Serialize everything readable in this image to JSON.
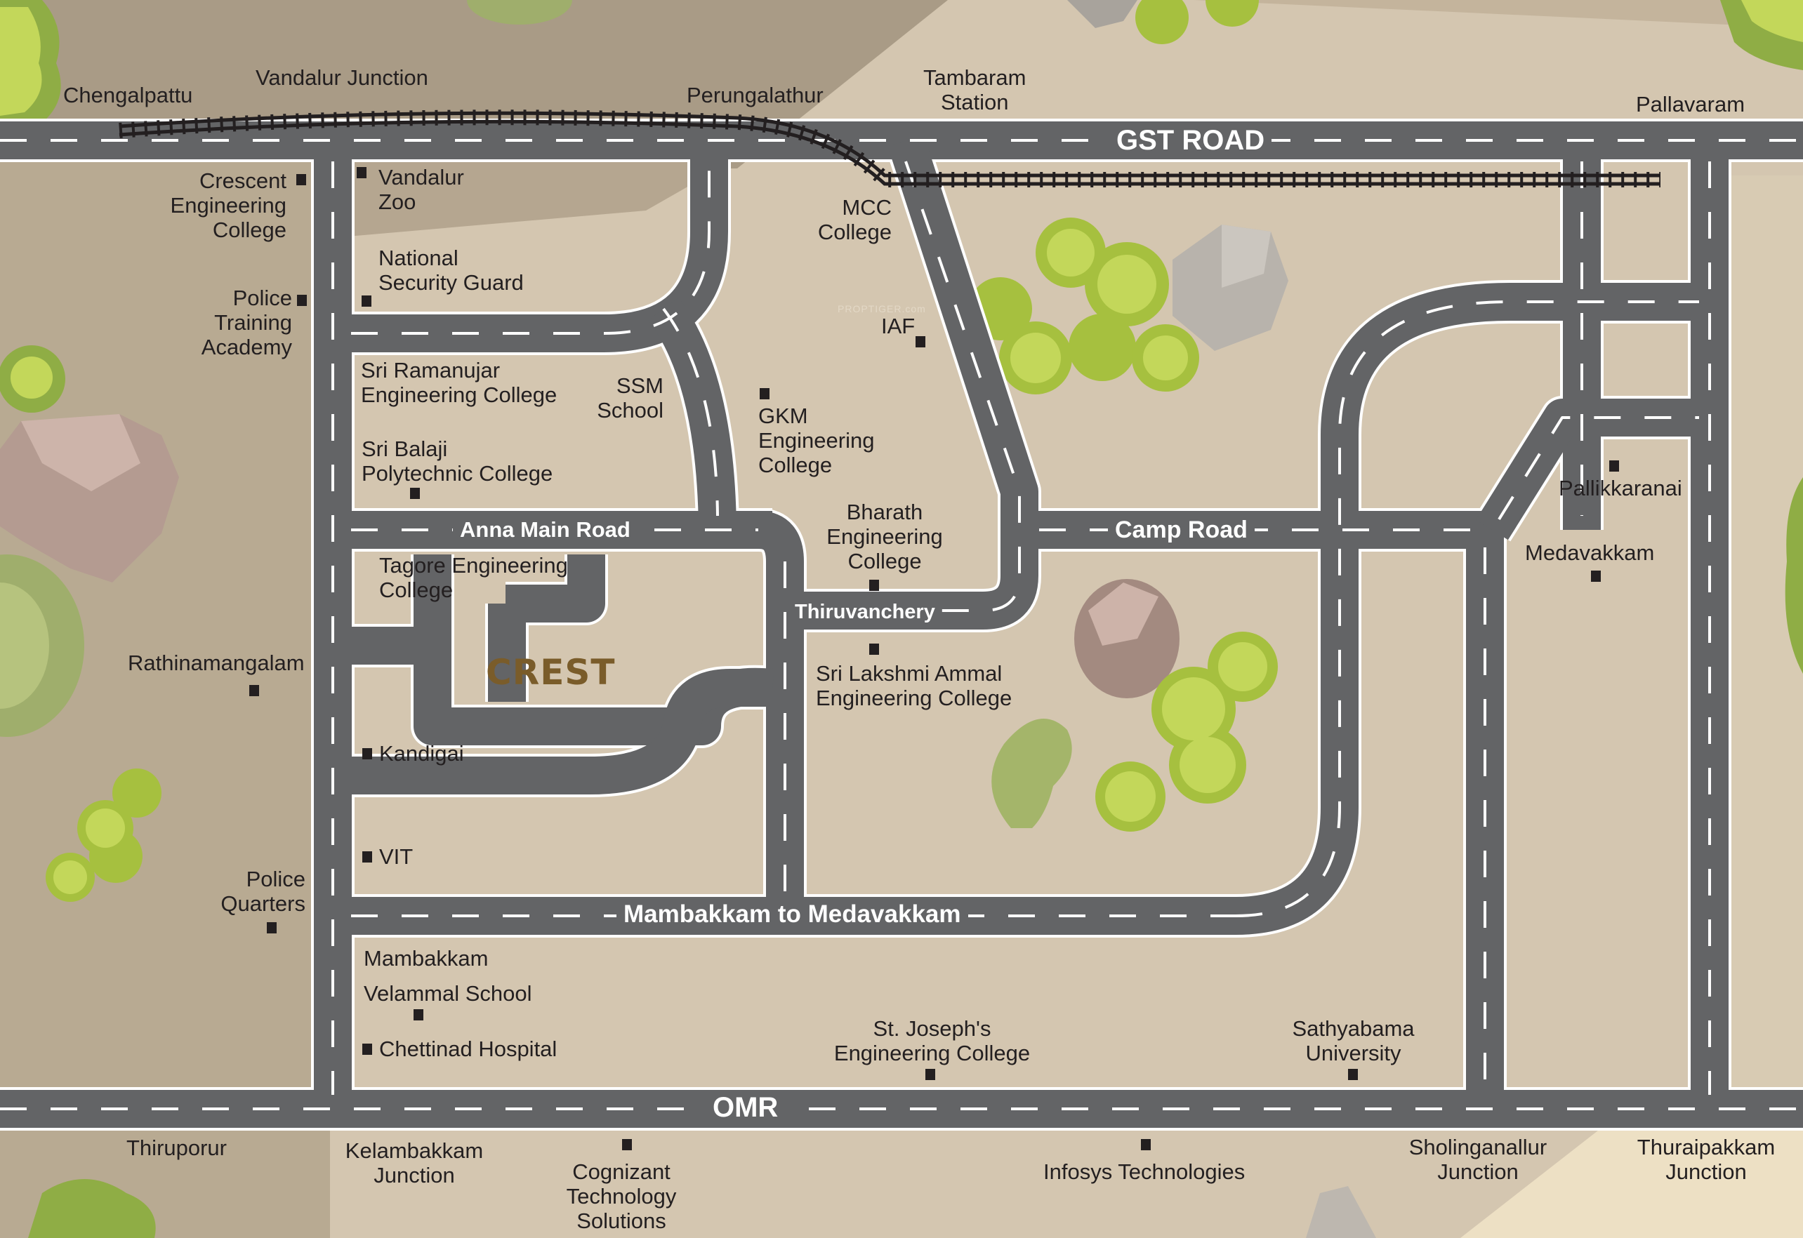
{
  "map_title": "CREST location map",
  "project_logo": "CREST",
  "watermark": "PROPTIGER.com",
  "colors": {
    "land": "#d4c6b0",
    "land_dark": "#b5a690",
    "road": "#636466",
    "road_edge": "#ffffff",
    "rail": "#231f20",
    "tree_light": "#c3d75a",
    "tree_dark": "#8fad45",
    "rock_pink": "#b9a097",
    "rock_grey": "#b8b3ac",
    "crest_brand": "#7a5c2a",
    "label": "#231f20"
  },
  "roads": {
    "gst": "GST ROAD",
    "camp": "Camp Road",
    "anna": "Anna Main Road",
    "thiruvanchery": "Thiruvanchery",
    "mambakkam": "Mambakkam to Medavakkam",
    "omr": "OMR"
  },
  "places": {
    "chengalpattu": "Chengalpattu",
    "vandalur_junction": "Vandalur Junction",
    "perungalathur": "Perungalathur",
    "tambaram_station": [
      "Tambaram",
      "Station"
    ],
    "pallavaram": "Pallavaram",
    "crescent": [
      "Crescent",
      "Engineering",
      "College"
    ],
    "vandalur_zoo": [
      "Vandalur",
      "Zoo"
    ],
    "nsg": [
      "National",
      "Security Guard"
    ],
    "police_training": [
      "Police",
      "Training",
      "Academy"
    ],
    "mcc": [
      "MCC",
      "College"
    ],
    "iaf": "IAF",
    "sri_ramanujar": [
      "Sri Ramanujar",
      "Engineering College"
    ],
    "ssm": [
      "SSM",
      "School"
    ],
    "sri_balaji": [
      "Sri Balaji",
      "Polytechnic College"
    ],
    "gkm": [
      "GKM",
      "Engineering",
      "College"
    ],
    "bharath": [
      "Bharath",
      "Engineering",
      "College"
    ],
    "tagore": [
      "Tagore Engineering",
      "College"
    ],
    "sri_lakshmi": [
      "Sri Lakshmi Ammal",
      "Engineering College"
    ],
    "rathinamangalam": "Rathinamangalam",
    "kandigai": "Kandigai",
    "vit": "VIT",
    "police_quarters": [
      "Police",
      "Quarters"
    ],
    "pallikkaranai": "Pallikkaranai",
    "medavakkam": "Medavakkam",
    "mambakkam": "Mambakkam",
    "velammal": "Velammal School",
    "chettinad": "Chettinad Hospital",
    "st_joseph": [
      "St. Joseph's",
      "Engineering College"
    ],
    "sathyabama": [
      "Sathyabama",
      "University"
    ],
    "thiruporur": "Thiruporur",
    "kelambakkam": [
      "Kelambakkam",
      "Junction"
    ],
    "cognizant": [
      "Cognizant",
      "Technology",
      "Solutions"
    ],
    "infosys": "Infosys Technologies",
    "sholinganallur": [
      "Sholinganallur",
      "Junction"
    ],
    "thuraipakkam": [
      "Thuraipakkam",
      "Junction"
    ]
  }
}
